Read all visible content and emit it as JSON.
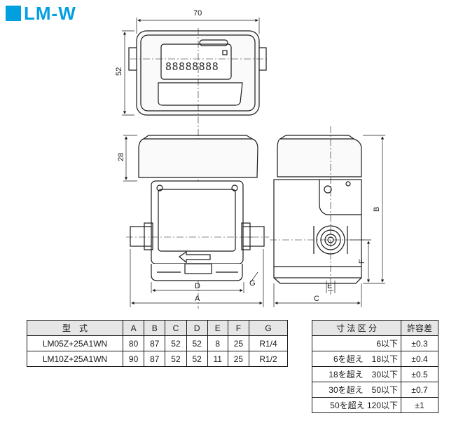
{
  "title": "LM-W",
  "dimensions": {
    "width_top": "70",
    "height_top": "52",
    "cover_height": "28",
    "B": "B",
    "F": "F",
    "D": "D",
    "G": "G",
    "A": "A",
    "E": "E",
    "C": "C"
  },
  "display_digits": "88888888",
  "spec_table": {
    "headers": [
      "型　式",
      "A",
      "B",
      "C",
      "D",
      "E",
      "F",
      "G"
    ],
    "rows": [
      [
        "LM05Z+25A1WN",
        "80",
        "87",
        "52",
        "52",
        "8",
        "25",
        "R1/4"
      ],
      [
        "LM10Z+25A1WN",
        "90",
        "87",
        "52",
        "52",
        "11",
        "25",
        "R1/2"
      ]
    ]
  },
  "tolerance_table": {
    "headers": [
      "寸 法 区 分",
      "許容差"
    ],
    "rows": [
      [
        "6以下",
        "±0.3"
      ],
      [
        "6を超え　18以下",
        "±0.4"
      ],
      [
        "18を超え　30以下",
        "±0.5"
      ],
      [
        "30を超え　50以下",
        "±0.7"
      ],
      [
        "50を超え 120以下",
        "±1"
      ]
    ]
  }
}
